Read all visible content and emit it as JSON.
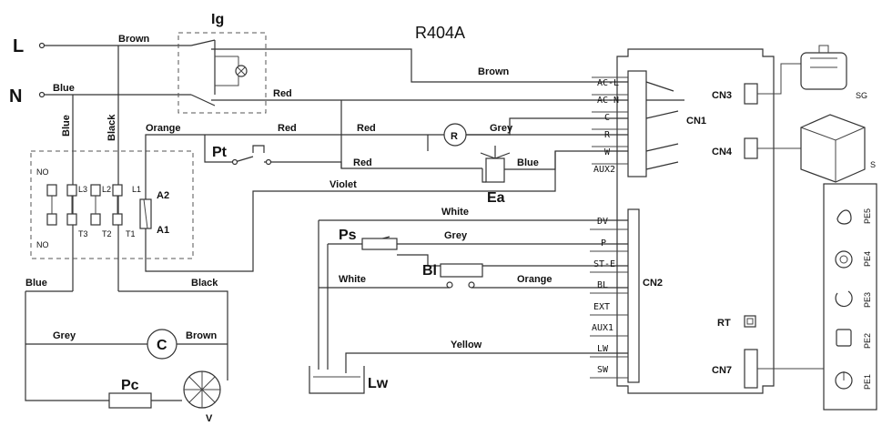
{
  "title": "R404A",
  "power": {
    "line": "L",
    "neutral": "N"
  },
  "wires": {
    "brown_top": "Brown",
    "brown_acl": "Brown",
    "blue_n": "Blue",
    "blue_vert": "Blue",
    "black_vert": "Black",
    "red_acn": "Red",
    "orange": "Orange",
    "red_pt": "Red",
    "red_c": "Red",
    "grey_r": "Grey",
    "red_ea": "Red",
    "blue_ea": "Blue",
    "violet": "Violet",
    "white_dv": "White",
    "grey_p": "Grey",
    "white_bl": "White",
    "orange_bl": "Orange",
    "yellow_lw": "Yellow",
    "blue_left": "Blue",
    "black_right": "Black",
    "grey_comp": "Grey",
    "brown_comp": "Brown"
  },
  "components": {
    "ig": "Ig",
    "pt": "Pt",
    "r": "R",
    "ea": "Ea",
    "ps": "Ps",
    "bl": "Bl",
    "lw": "Lw",
    "c": "C",
    "pc": "Pc",
    "v": "V",
    "a2": "A2",
    "a1": "A1",
    "no_top": "NO",
    "no_bottom": "NO",
    "l3": "L3",
    "l2": "L2",
    "l1": "L1",
    "t3": "T3",
    "t2": "T2",
    "t1": "T1"
  },
  "board": {
    "cn1_terminals": [
      "AC-L",
      "AC-N",
      "C",
      "R",
      "W",
      "AUX2"
    ],
    "cn2_terminals": [
      "DV",
      "P",
      "ST-E",
      "BL",
      "EXT",
      "AUX1",
      "LW",
      "SW"
    ],
    "cn1": "CN1",
    "cn2": "CN2",
    "cn3": "CN3",
    "cn4": "CN4",
    "cn7": "CN7",
    "rt": "RT",
    "sg": "SG",
    "s": "S",
    "pe_labels": [
      "PE5",
      "PE4",
      "PE3",
      "PE2",
      "PE1"
    ]
  }
}
